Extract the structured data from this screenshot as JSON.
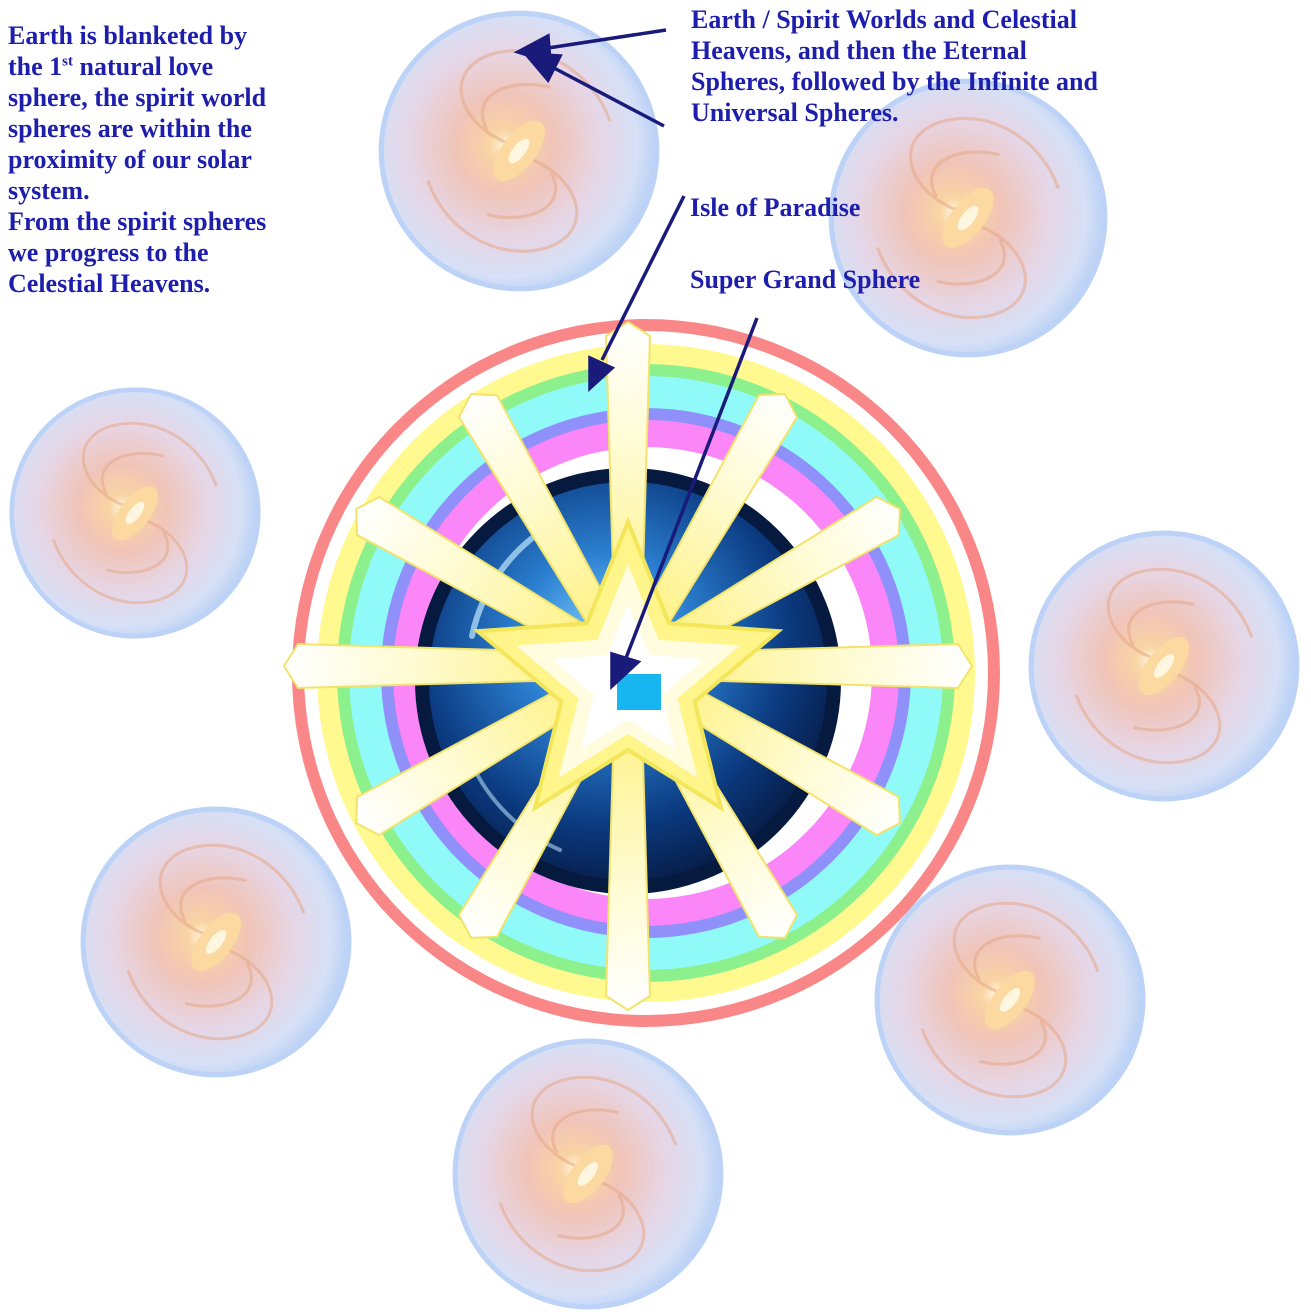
{
  "annotations": {
    "left_note": {
      "lines_before_sup": [
        "Earth is blanketed by",
        "the 1"
      ],
      "sup": "st",
      "line2_after_sup": " natural love",
      "lines_after": [
        "sphere, the spirit world",
        "spheres are within the",
        "proximity of our solar",
        "system.",
        "From the spirit spheres",
        "we progress to the",
        "Celestial Heavens."
      ]
    },
    "top_note": [
      "Earth / Spirit Worlds and Celestial",
      "Heavens, and then the Eternal",
      "Spheres, followed by the Infinite and",
      "Universal Spheres."
    ],
    "isle_label": "Isle of Paradise",
    "super_label": "Super Grand Sphere"
  },
  "colors": {
    "text": "#1e1eac",
    "arrow": "#1a1a7a",
    "ring_red": "#fa8787",
    "ring_yellow": "#fff98f",
    "ring_green": "#8cf08c",
    "ring_cyan": "#8ffaf8",
    "ring_violet": "#9090fa",
    "ring_pink": "#fa86f7",
    "core_dark": "#071e4a",
    "core_blue": "#2b7fd0",
    "star_yellow": "#fff58a",
    "center_square": "#18b6f0",
    "galaxy_rim": "#b8d0f6",
    "galaxy_core": "#f6c894"
  },
  "galaxy_count": 7,
  "ray_count": 12
}
